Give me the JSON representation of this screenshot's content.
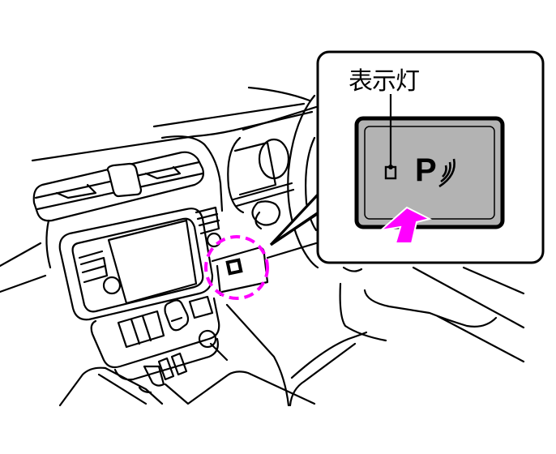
{
  "figure": {
    "subject": "Vehicle dashboard / center console illustration",
    "callout": {
      "label": "表示灯",
      "button_symbol": "P",
      "button_icon": "parking-sensor-icon",
      "indicator_icon": "indicator-light-icon",
      "arrow_icon": "press-arrow-icon"
    },
    "highlight": {
      "shape": "dashed-circle",
      "target": "parking-assist-switch"
    }
  },
  "colors": {
    "line": "#000000",
    "background": "#ffffff",
    "highlight": "#ff00ff",
    "button_face": "#b3b3b3"
  }
}
